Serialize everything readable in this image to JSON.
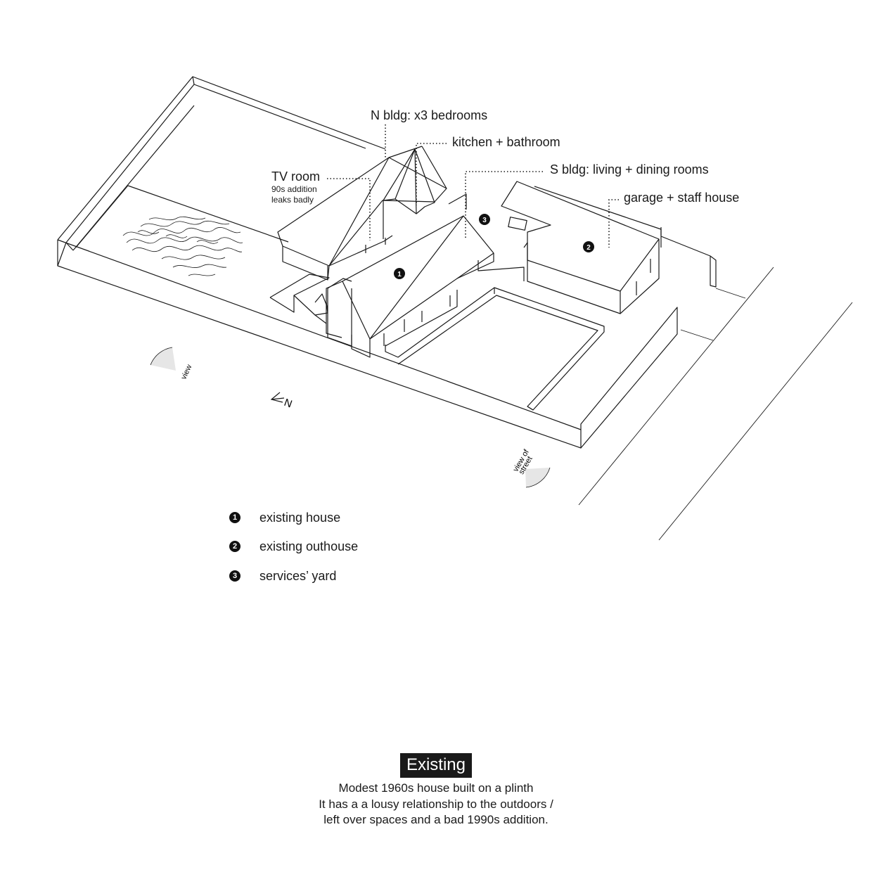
{
  "labels": {
    "n_bldg": "N bldg: x3 bedrooms",
    "kitchen": "kitchen + bathroom",
    "tv_room": "TV room",
    "tv_note_1": "90s addition",
    "tv_note_2": "leaks badly",
    "s_bldg": "S bldg: living + dining rooms",
    "garage": "garage + staff house",
    "view": "view",
    "view_street_1": "view of",
    "view_street_2": "street",
    "north": "N"
  },
  "markers": [
    "1",
    "2",
    "3"
  ],
  "legend": [
    {
      "num": "1",
      "text": "existing house"
    },
    {
      "num": "2",
      "text": "existing outhouse"
    },
    {
      "num": "3",
      "text": "services’ yard"
    }
  ],
  "caption": {
    "title": "Existing",
    "lines": [
      "Modest 1960s house built on a plinth",
      "It has a  a lousy relationship to the outdoors /",
      "left over spaces and a bad 1990s addition."
    ]
  },
  "colors": {
    "ink": "#1a1a1a",
    "fan": "#e6e6e6",
    "background": "#ffffff"
  }
}
